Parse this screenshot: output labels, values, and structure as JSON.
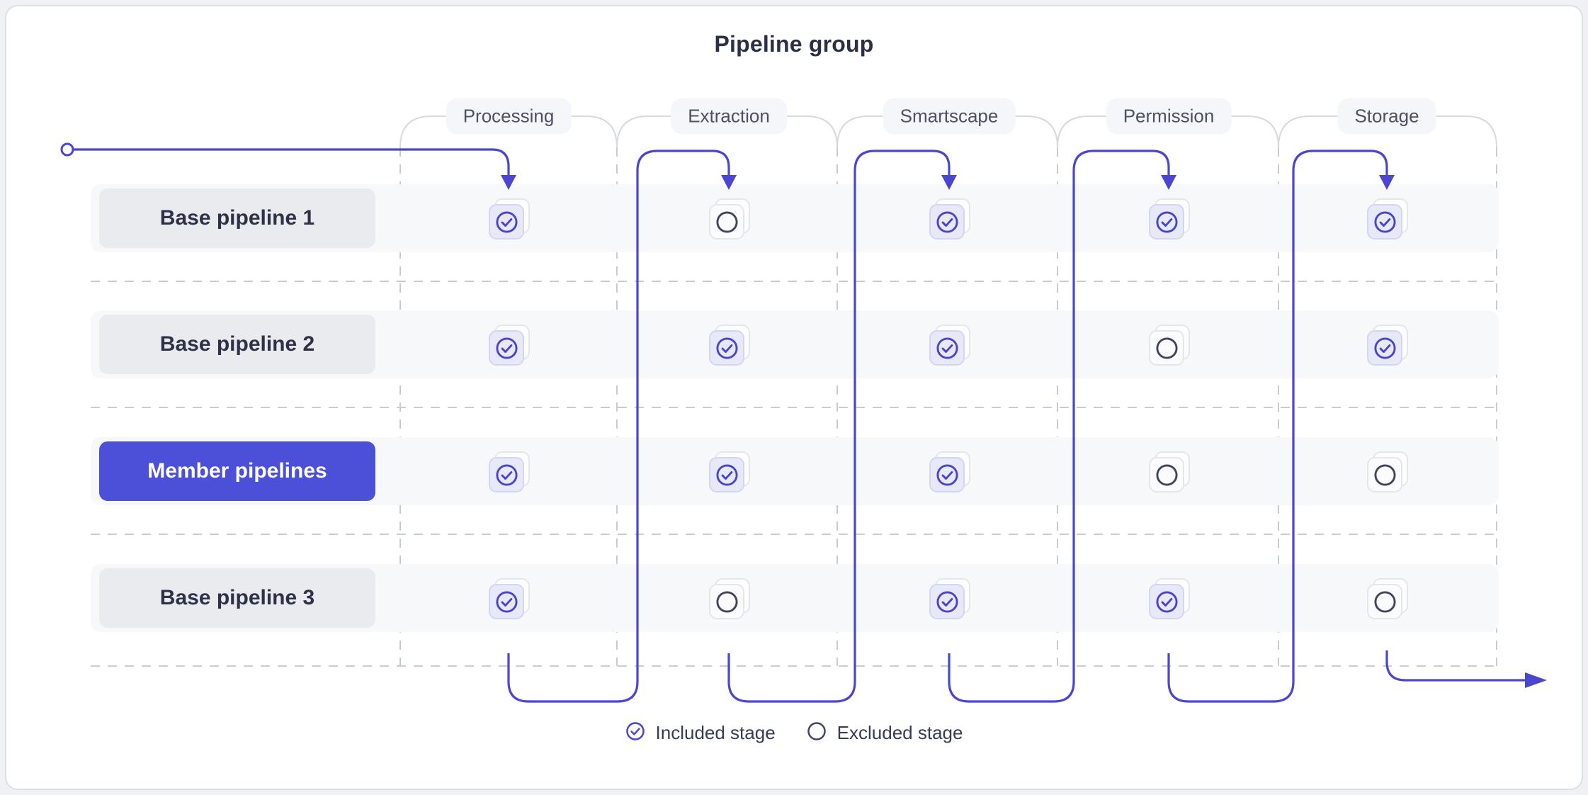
{
  "title": "Pipeline group",
  "stages": [
    "Processing",
    "Extraction",
    "Smartscape",
    "Permission",
    "Storage"
  ],
  "pipelines": [
    {
      "label": "Base pipeline 1",
      "type": "base",
      "stages": [
        "included",
        "excluded",
        "included",
        "included",
        "included"
      ]
    },
    {
      "label": "Base pipeline 2",
      "type": "base",
      "stages": [
        "included",
        "included",
        "included",
        "excluded",
        "included"
      ]
    },
    {
      "label": "Member pipelines",
      "type": "member",
      "stages": [
        "included",
        "included",
        "included",
        "excluded",
        "excluded"
      ]
    },
    {
      "label": "Base pipeline 3",
      "type": "base",
      "stages": [
        "included",
        "excluded",
        "included",
        "included",
        "excluded"
      ]
    }
  ],
  "legend": [
    {
      "icon": "check-circle-icon",
      "label": "Included stage"
    },
    {
      "icon": "circle-icon",
      "label": "Excluded stage"
    }
  ],
  "colors": {
    "accent": "#4a46d0",
    "member_button": "#4c50d8",
    "included_icon": "#4a44cc",
    "excluded_icon": "#3f455f",
    "included_fill": "#e7e9f8",
    "grid_gray": "#c8ccd3"
  }
}
